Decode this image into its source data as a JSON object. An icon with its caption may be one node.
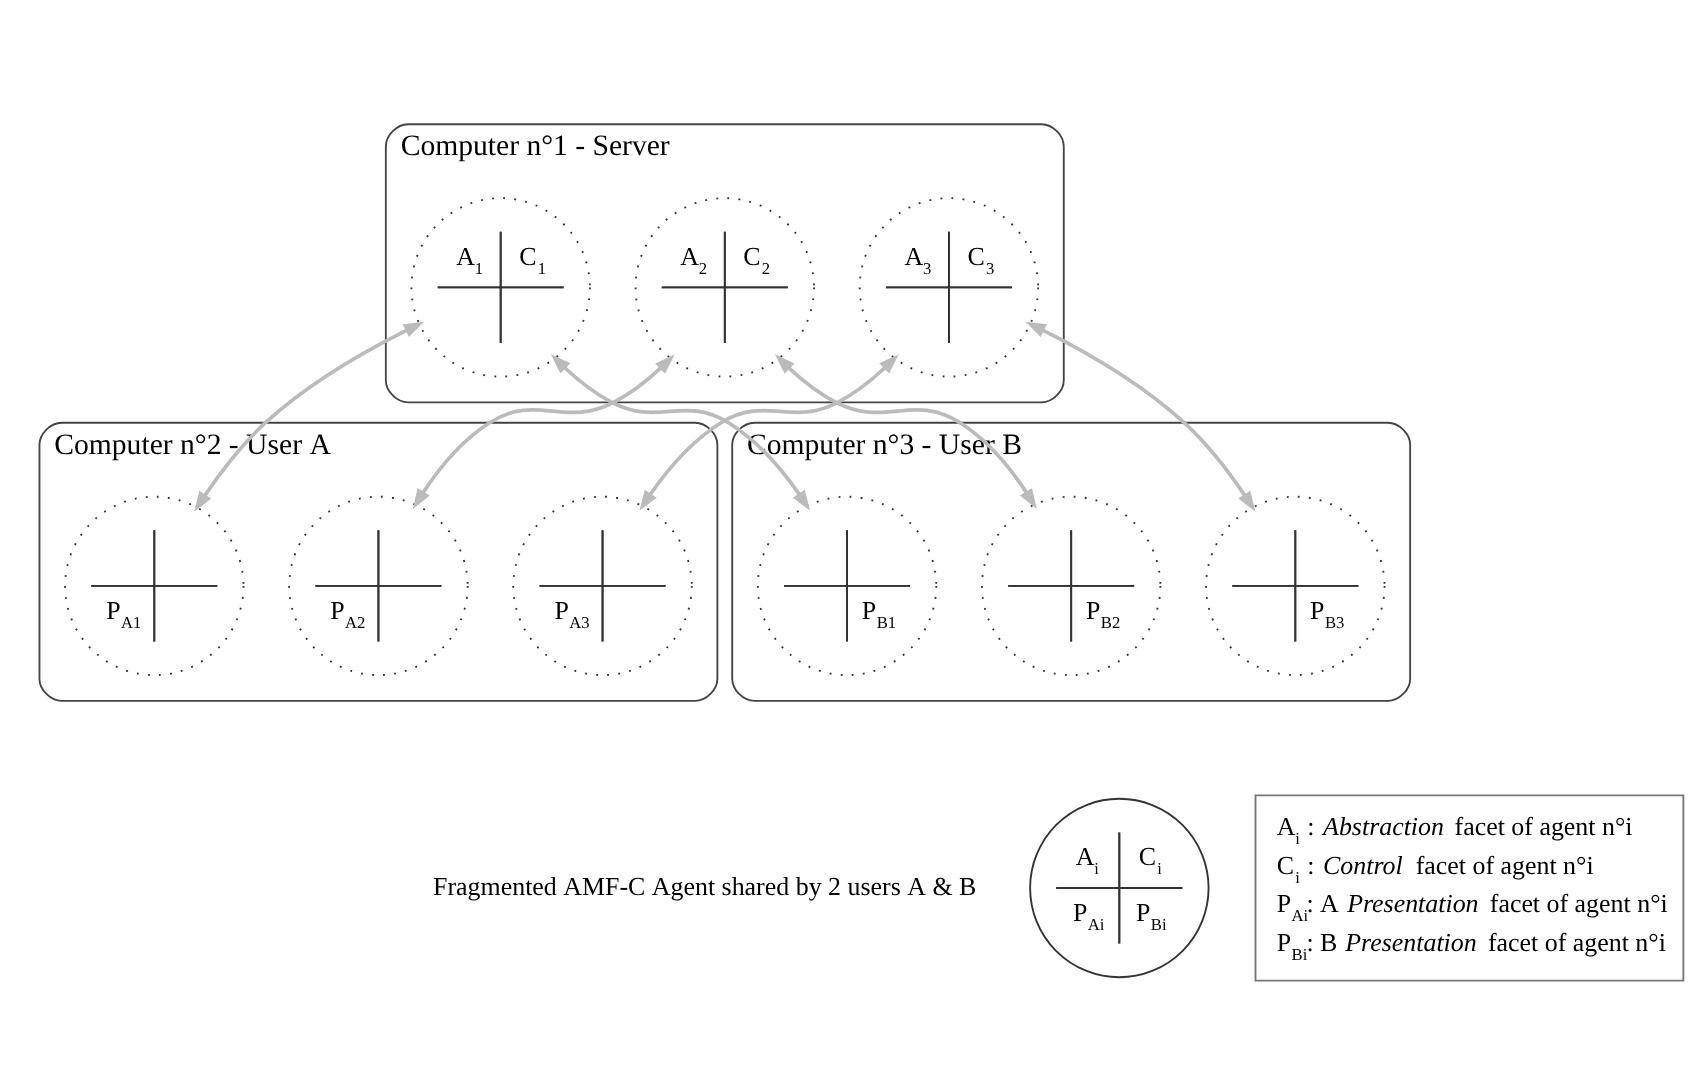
{
  "diagram": {
    "nodes": [
      {
        "text": [
          "Computer n°1 - Server"
        ]
      },
      {
        "text": [
          "A$_{1}$",
          "C$_{1}$"
        ],
        "in": 0
      },
      {
        "text": [
          "A$_{2}$",
          "C$_{2}$"
        ],
        "in": 0
      },
      {
        "text": [
          "A$_{3}$",
          "C$_{3}$"
        ],
        "in": 0
      },
      {
        "text": [
          "Computer n°2 - User A"
        ]
      },
      {
        "text": [
          "P$_{A1}$"
        ],
        "in": 4
      },
      {
        "text": [
          "P$_{A2}$"
        ],
        "in": 4
      },
      {
        "text": [
          "P$_{A3}$"
        ],
        "in": 4
      },
      {
        "text": [
          "Computer n°3 - User B"
        ]
      },
      {
        "text": [
          "P$_{B1}$"
        ],
        "in": 8
      },
      {
        "text": [
          "P$_{B2}$"
        ],
        "in": 8
      },
      {
        "text": [
          "P$_{B3}$"
        ],
        "in": 8
      },
      {
        "text": [
          "A$_{i}$",
          "C$_{i}$",
          "P$_{Ai}$",
          "P$_{Bi}$"
        ],
        "beside": [
          "Fragmented AMF-C Agent shared by 2 users A & B"
        ]
      },
      {
        "text": [
          "A$_{i}$ : *Abstraction* facet of agent n°i",
          "C$_{i}$ : *Control* facet of agent n°i",
          "P$_{Ai}$: A *Presentation* facet of agent n°i",
          "P$_{Bi}$: B *Presentation* facet of agent n°i"
        ]
      }
    ],
    "edges": [
      {
        "from": 1,
        "to": 5,
        "arrow": "both"
      },
      {
        "from": 1,
        "to": 9,
        "arrow": "both"
      },
      {
        "from": 2,
        "to": 6,
        "arrow": "both"
      },
      {
        "from": 2,
        "to": 10,
        "arrow": "both"
      },
      {
        "from": 3,
        "to": 7,
        "arrow": "both"
      },
      {
        "from": 3,
        "to": 11,
        "arrow": "both"
      }
    ]
  }
}
